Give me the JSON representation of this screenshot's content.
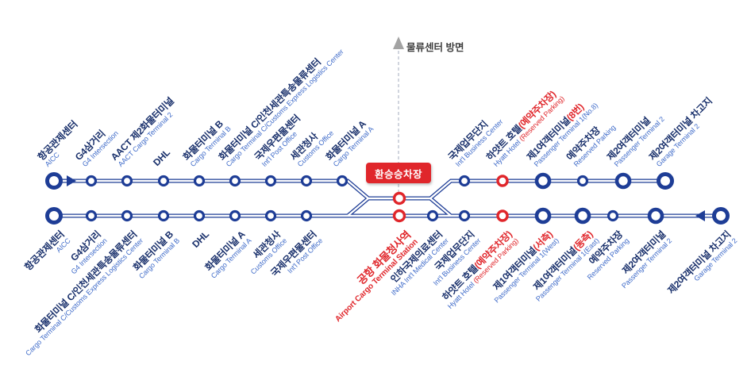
{
  "branch": {
    "label": "물류센터 방면"
  },
  "transfer": {
    "label": "환승승차장"
  },
  "colors": {
    "line_navy": "#1e3d96",
    "korean_text": "#182f6b",
    "english_text": "#3f6bc9",
    "highlight_red": "#e0262b",
    "branch_gray": "#a3a3a3"
  },
  "routes": {
    "top": {
      "direction": "left-to-right",
      "stations": [
        {
          "kr": "항공관제센터",
          "en": "AICC"
        },
        {
          "kr": "G4삼거리",
          "en": "G4 Intersection"
        },
        {
          "kr": "AACT 제2화물터미널",
          "en": "AACT Cargo Terminal 2"
        },
        {
          "kr": "DHL"
        },
        {
          "kr": "화물터미널 B",
          "en": "Cargo Terminal B"
        },
        {
          "kr": "화물터미널 C/인천세관특송물류센터",
          "en": "Cargo Terminal C/Customs Express Logistics Center"
        },
        {
          "kr": "국제우편물센터",
          "en": "Int'l Post Office"
        },
        {
          "kr": "세관청사",
          "en": "Customs Office"
        },
        {
          "kr": "화물터미널 A",
          "en": "Cargo Terminal A"
        },
        {
          "kr": "국제업무단지",
          "en": "Int'l Business Center"
        },
        {
          "kr": "하얏트 호텔",
          "kr_red": "(예약주차장)",
          "en": "Hyatt Hotel ",
          "en_red": "(Reserved Parking)"
        },
        {
          "kr": "제1여객터미널",
          "kr_red": "(8번)",
          "en": "Passenger Terminal 1(No.8)"
        },
        {
          "kr": "예약주차장",
          "en": "Reserved Parking"
        },
        {
          "kr": "제2여객터미널",
          "en": "Passenger Terminal 2"
        },
        {
          "kr": "제2여객터미널 차고지",
          "en": "Garage Terminal 2"
        }
      ]
    },
    "bottom": {
      "direction": "right-to-left",
      "stations": [
        {
          "kr": "항공관제센터",
          "en": "AICC"
        },
        {
          "kr": "G4삼거리",
          "en": "G4 Intersection"
        },
        {
          "kr": "화물터미널 C/인천세관특송물류센터",
          "en": "Cargo Terminal C/Customs Express Logistics Center"
        },
        {
          "kr": "화물터미널 B",
          "en": "Cargo Terminal B"
        },
        {
          "kr": "DHL"
        },
        {
          "kr": "화물터미널 A",
          "en": "Cargo Terminal A"
        },
        {
          "kr": "세관청사",
          "en": "Customs Office"
        },
        {
          "kr": "국제우편물센터",
          "en": "Int'l Post Office"
        },
        {
          "kr": "공항 화물청사역",
          "en": "Airport Cargo Terminal Station"
        },
        {
          "kr": "인하국제의료센터",
          "en": "INHA Int'l Medical Center"
        },
        {
          "kr": "국제업무단지",
          "en": "Int'l Business Center"
        },
        {
          "kr": "하얏트 호텔",
          "kr_red": "(예약주차장)",
          "en": "Hyatt Hotel ",
          "en_red": "(Reserved Parking)"
        },
        {
          "kr": "제1여객터미널",
          "kr_red": "(서측)",
          "en": "Passenger Terminal 1(West)"
        },
        {
          "kr": "제1여객터미널",
          "kr_red": "(동측)",
          "en": "Passenger Terminal 1(East)"
        },
        {
          "kr": "예약주차장",
          "en": "Reserved Parking"
        },
        {
          "kr": "제2여객터미널",
          "en": "Passenger Terminal 2"
        },
        {
          "kr": "제2여객터미널 차고지",
          "en": "Garage Terminal 2"
        }
      ]
    }
  }
}
